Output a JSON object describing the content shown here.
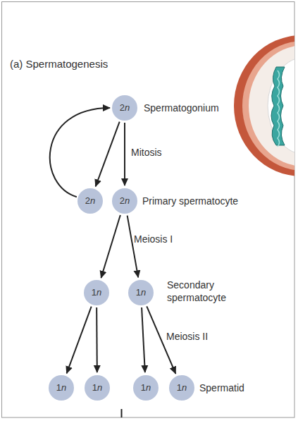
{
  "diagram": {
    "title": "(a) Spermatogenesis",
    "nodes": [
      {
        "text": [
          "2n",
          "Spermatogonium"
        ]
      },
      {
        "text": [
          "2n"
        ]
      },
      {
        "text": [
          "2n",
          "Primary spermatocyte"
        ]
      },
      {
        "text": [
          "1n"
        ]
      },
      {
        "text": [
          "1n",
          "Secondary spermatocyte"
        ]
      },
      {
        "text": [
          "1n"
        ]
      },
      {
        "text": [
          "1n"
        ]
      },
      {
        "text": [
          "1n"
        ]
      },
      {
        "text": [
          "1n",
          "Spermatid"
        ]
      }
    ],
    "edges": [
      {
        "from": 0,
        "to": 1,
        "arrow": "to"
      },
      {
        "from": 0,
        "to": 2,
        "arrow": "to"
      },
      {
        "from": 1,
        "to": 0,
        "arrow": "to"
      },
      {
        "from": 2,
        "to": 3,
        "arrow": "to"
      },
      {
        "from": 2,
        "to": 4,
        "arrow": "to"
      },
      {
        "from": 3,
        "to": 5,
        "arrow": "to"
      },
      {
        "from": 3,
        "to": 6,
        "arrow": "to"
      },
      {
        "from": 4,
        "to": 7,
        "arrow": "to"
      },
      {
        "from": 4,
        "to": 8,
        "arrow": "to"
      }
    ],
    "labels": [
      "Mitosis",
      "Meiosis I",
      "Meiosis II"
    ]
  }
}
